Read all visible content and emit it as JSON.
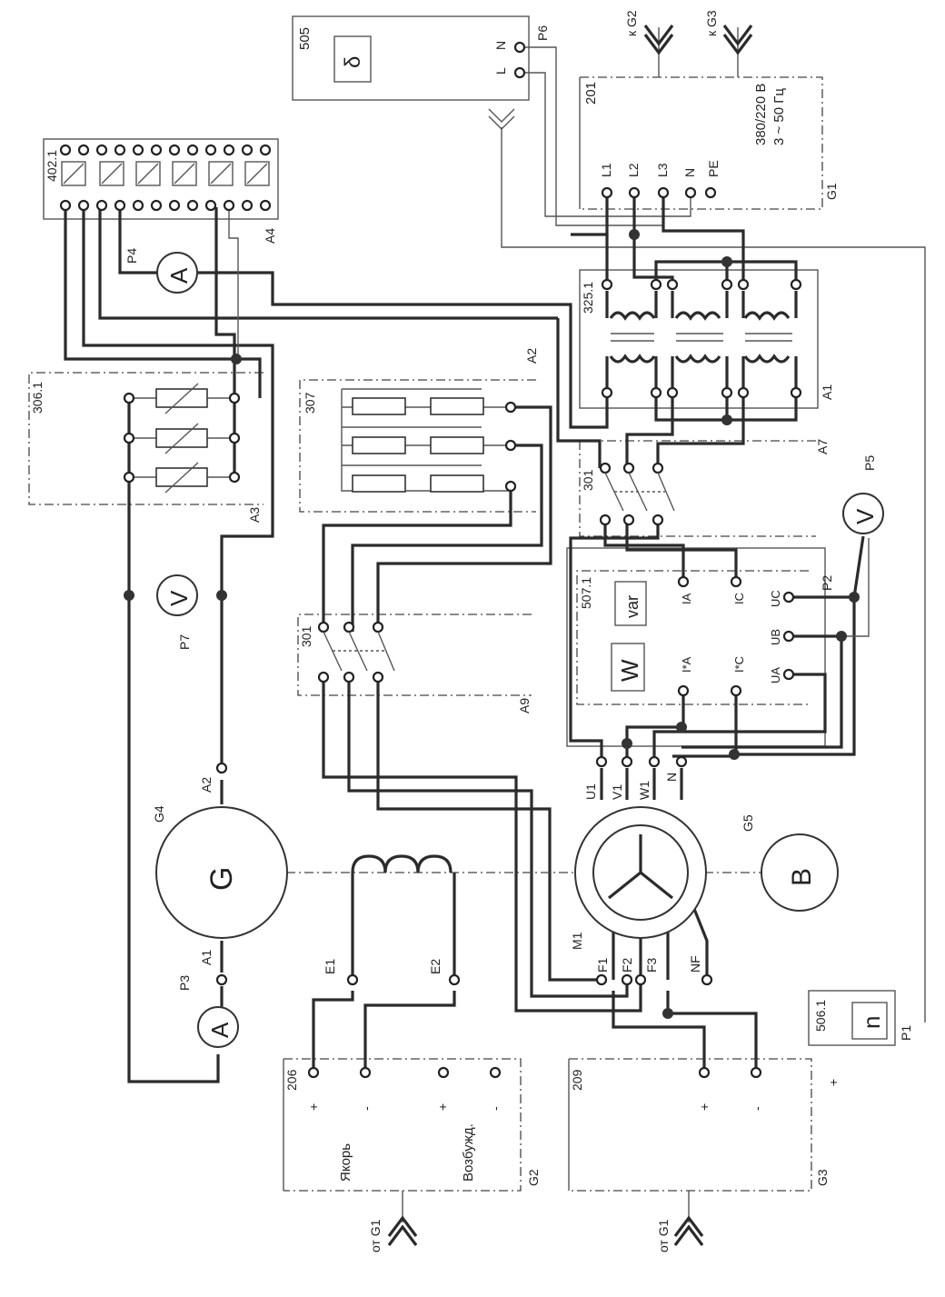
{
  "modules": {
    "m505": "505",
    "m201": "201",
    "m402": "402.1",
    "m325": "325.1",
    "m306": "306.1",
    "m307": "307",
    "m301a": "301",
    "m301b": "301",
    "m507": "507.1",
    "m206": "206",
    "m209": "209",
    "m506": "506.1"
  },
  "tags": {
    "A1": "A1",
    "A2": "A2",
    "A3": "A3",
    "A4": "A4",
    "A7": "A7",
    "A9": "A9",
    "G1": "G1",
    "G2": "G2",
    "G3": "G3",
    "G4": "G4",
    "G5": "G5",
    "M1": "M1",
    "P1": "P1",
    "P2": "P2",
    "P3": "P3",
    "P4": "P4",
    "P5": "P5",
    "P6": "P6",
    "P7": "P7"
  },
  "supply": {
    "voltage": "380/220 В",
    "frequency": "3 ~ 50 Гц",
    "to_g2": "к G2",
    "to_g3": "к G3",
    "from_g1_a": "от G1",
    "from_g1_b": "от G1",
    "terminals": [
      "L1",
      "L2",
      "L3",
      "N",
      "PE"
    ]
  },
  "p6": {
    "l": "L",
    "n": "N",
    "symbol": "δ"
  },
  "meter507": {
    "watt": "W",
    "var": "var",
    "ia": "IA",
    "ic": "IC",
    "ia_star": "I*A",
    "ic_star": "I*C",
    "ua": "UA",
    "ub": "UB",
    "uc": "UC"
  },
  "motor": {
    "u1": "U1",
    "v1": "V1",
    "w1": "W1",
    "n": "N",
    "f1": "F1",
    "f2": "F2",
    "f3": "F3",
    "nf": "NF"
  },
  "generator": {
    "symbol": "G",
    "a1": "A1",
    "a2": "A2",
    "e1": "E1",
    "e2": "E2"
  },
  "tacho": {
    "symbol": "B",
    "speed": "n"
  },
  "meters": {
    "ammeter": "A",
    "voltmeter": "V"
  },
  "psu206": {
    "armature": "Якорь",
    "excitation": "Возбужд.",
    "plus1": "+",
    "minus1": "-",
    "plus2": "+",
    "minus2": "-"
  },
  "psu209": {
    "plus": "+",
    "minus": "-",
    "plus_out": "+"
  },
  "colors": {
    "wire": "#2b2b2b",
    "frame": "#555555",
    "paper": "#ffffff"
  }
}
